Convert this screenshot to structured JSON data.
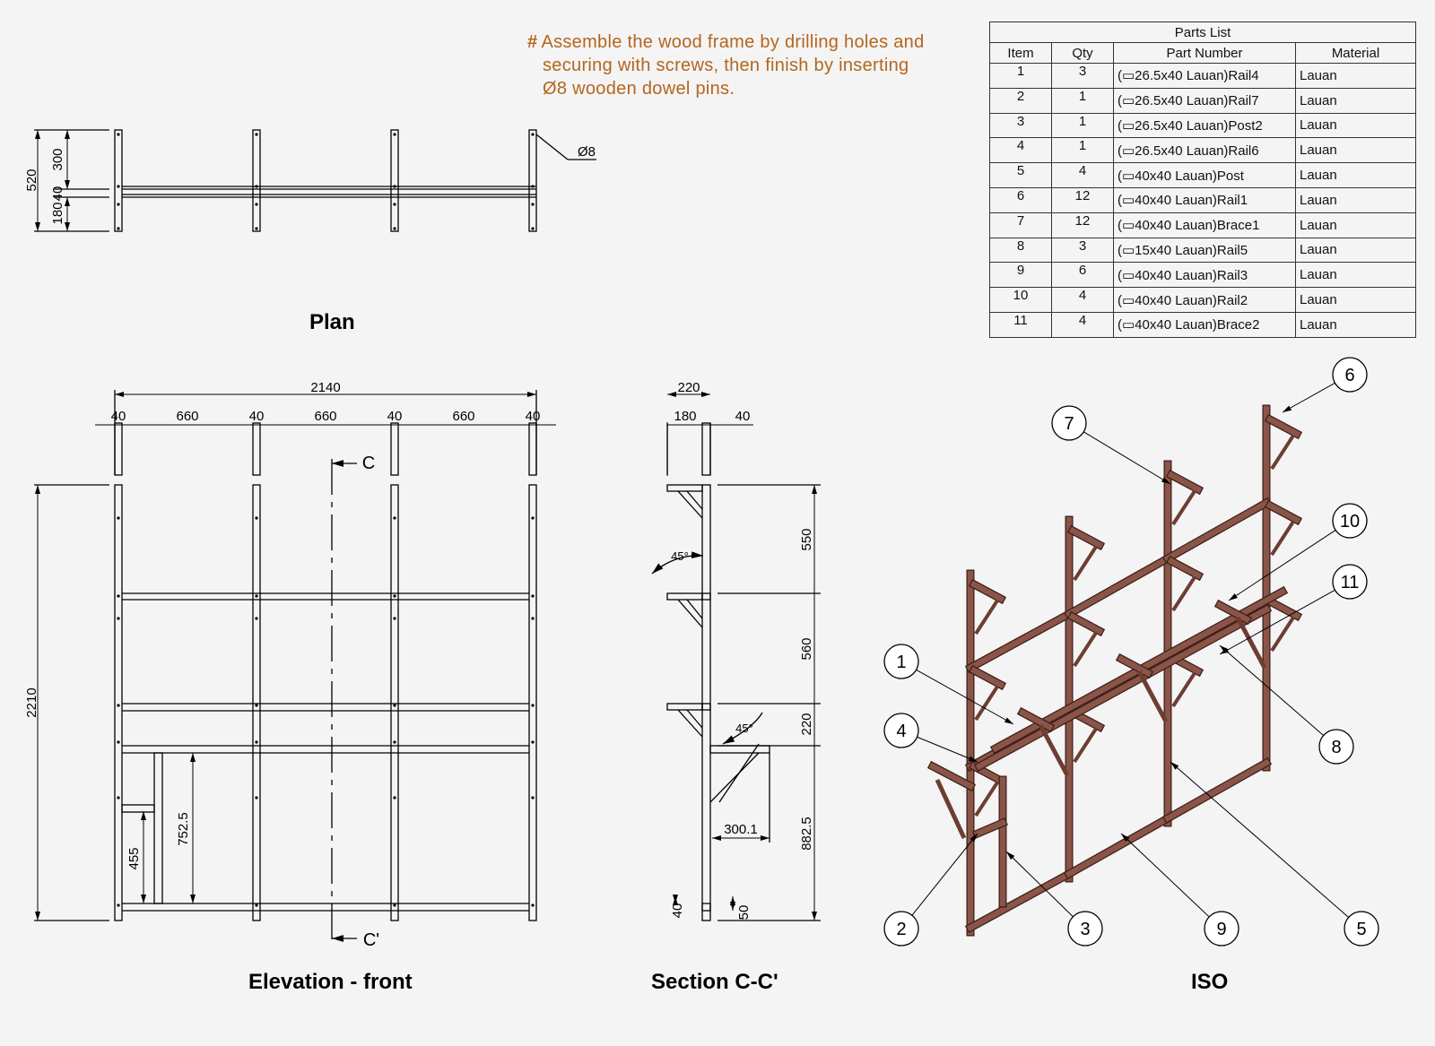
{
  "note": {
    "marker": "#",
    "lines": [
      "Assemble the wood frame by drilling holes and",
      "securing with screws, then finish by inserting",
      "Ø8 wooden dowel pins."
    ]
  },
  "parts_list": {
    "title": "Parts List",
    "headers": [
      "Item",
      "Qty",
      "Part Number",
      "Material"
    ],
    "rows": [
      [
        "1",
        "3",
        "(▭26.5x40 Lauan)Rail4",
        "Lauan"
      ],
      [
        "2",
        "1",
        "(▭26.5x40 Lauan)Rail7",
        "Lauan"
      ],
      [
        "3",
        "1",
        "(▭26.5x40 Lauan)Post2",
        "Lauan"
      ],
      [
        "4",
        "1",
        "(▭26.5x40 Lauan)Rail6",
        "Lauan"
      ],
      [
        "5",
        "4",
        "(▭40x40 Lauan)Post",
        "Lauan"
      ],
      [
        "6",
        "12",
        "(▭40x40 Lauan)Rail1",
        "Lauan"
      ],
      [
        "7",
        "12",
        "(▭40x40 Lauan)Brace1",
        "Lauan"
      ],
      [
        "8",
        "3",
        "(▭15x40 Lauan)Rail5",
        "Lauan"
      ],
      [
        "9",
        "6",
        "(▭40x40 Lauan)Rail3",
        "Lauan"
      ],
      [
        "10",
        "4",
        "(▭40x40 Lauan)Rail2",
        "Lauan"
      ],
      [
        "11",
        "4",
        "(▭40x40 Lauan)Brace2",
        "Lauan"
      ]
    ]
  },
  "views": {
    "plan": "Plan",
    "elevation": "Elevation - front",
    "section": "Section C-C'",
    "iso": "ISO"
  },
  "plan_dims": {
    "total": "520",
    "d300": "300",
    "d40": "40",
    "d180": "180",
    "hole": "Ø8"
  },
  "elev_dims": {
    "total_w": "2140",
    "post": "40",
    "span": "660",
    "total_h": "2210",
    "d752": "752.5",
    "d455": "455",
    "c_top": "C",
    "c_bot": "C'"
  },
  "section_dims": {
    "d220": "220",
    "d180": "180",
    "d40": "40",
    "d550": "550",
    "d560": "560",
    "d220b": "220",
    "d882": "882.5",
    "d300": "300.1",
    "a45": "45°",
    "d40b": "40",
    "d50": "50"
  },
  "balloons": [
    "1",
    "2",
    "3",
    "4",
    "5",
    "6",
    "7",
    "8",
    "9",
    "10",
    "11"
  ]
}
